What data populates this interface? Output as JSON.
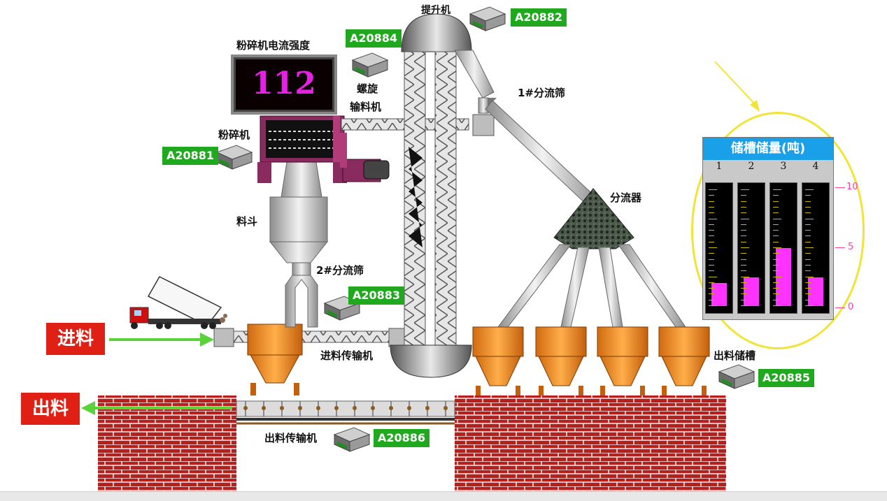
{
  "labels": {
    "elevator": "提升机",
    "crusher_current": "粉碎机电流强度",
    "screw_line1": "螺旋",
    "screw_line2": "输料机",
    "crusher": "粉碎机",
    "screen1": "1#分流筛",
    "hopper": "料斗",
    "screen2": "2#分流筛",
    "diverter": "分流器",
    "feed_conveyor": "进料传输机",
    "outlet_tanks": "出料储槽",
    "discharge_conveyor": "出料传输机"
  },
  "readout": {
    "value": "112"
  },
  "controls": {
    "feed_in": "进料",
    "discharge_out": "出料"
  },
  "devices": {
    "a20881": "A20881",
    "a20882": "A20882",
    "a20883": "A20883",
    "a20884": "A20884",
    "a20885": "A20885",
    "a20886": "A20886"
  },
  "storage_panel": {
    "title": "储槽储量(吨)",
    "columns": [
      "1",
      "2",
      "3",
      "4"
    ],
    "axis_labels": [
      "10",
      "5",
      "0"
    ],
    "axis_range": [
      0,
      10
    ],
    "levels": [
      2.0,
      2.5,
      5.0,
      2.5
    ]
  },
  "colors": {
    "tag_green": "#20a81e",
    "button_red": "#e02015",
    "bar_magenta": "#ff33ff",
    "panel_blue": "#1aa0e8",
    "highlight_yellow": "#f2e436",
    "brick": "#b51f1c"
  },
  "icons": {
    "flow_arrow": "arrow-green",
    "device": "terminal-box-icon"
  }
}
